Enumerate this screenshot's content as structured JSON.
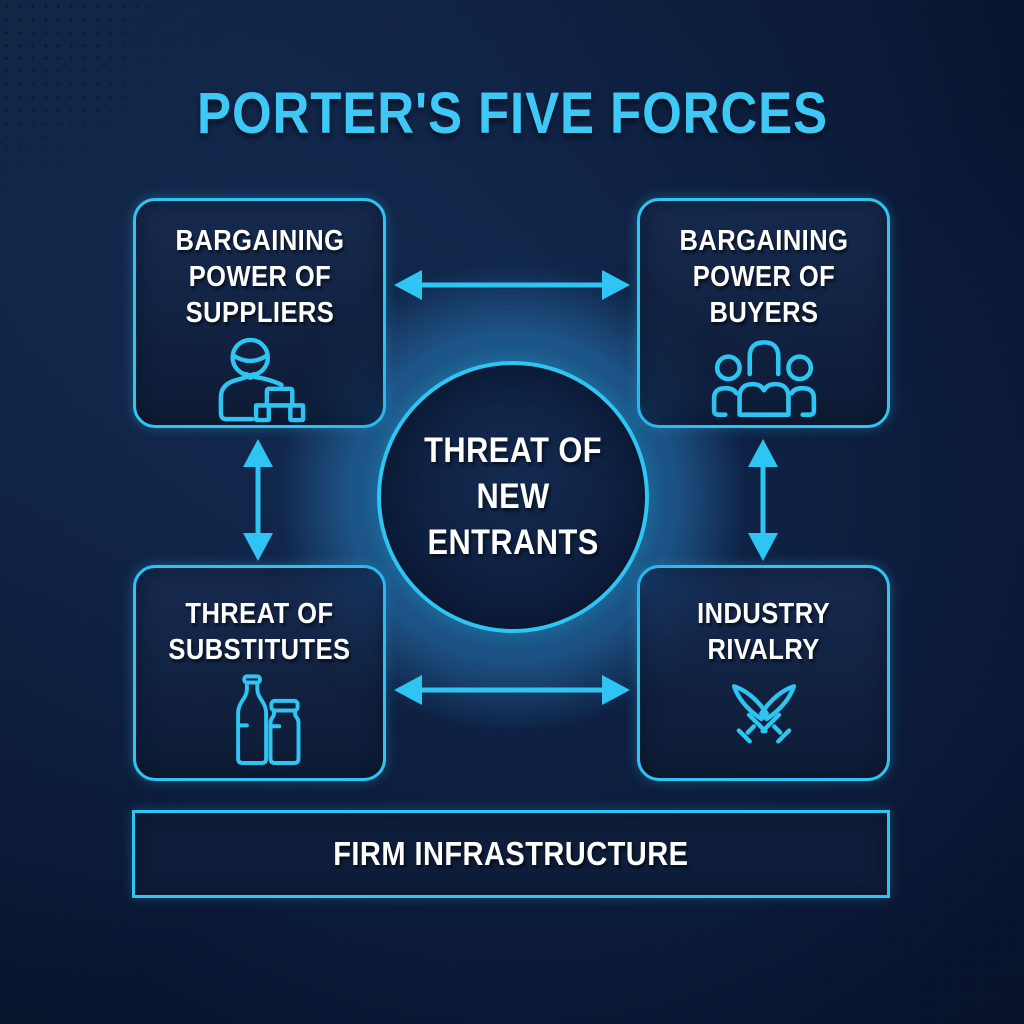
{
  "title": "PORTER'S FIVE FORCES",
  "colors": {
    "accent_cyan": "#2FC5F2",
    "title_cyan": "#3EC8F5",
    "background_navy": "#0C1C3C",
    "panel_navy": "#0F2140",
    "text_white": "#FFFFFF"
  },
  "center_circle": {
    "lines": [
      "THREAT OF",
      "NEW",
      "ENTRANTS"
    ]
  },
  "boxes": [
    {
      "id": "suppliers",
      "lines": [
        "BARGAINING",
        "POWER OF",
        "SUPPLIERS"
      ],
      "icon": "supplier-person-icon"
    },
    {
      "id": "buyers",
      "lines": [
        "BARGAINING",
        "POWER OF",
        "BUYERS"
      ],
      "icon": "buyers-group-icon"
    },
    {
      "id": "substitutes",
      "lines": [
        "THREAT OF",
        "SUBSTITUTES"
      ],
      "icon": "substitute-bottles-icon"
    },
    {
      "id": "rivalry",
      "lines": [
        "INDUSTRY",
        "RIVALRY"
      ],
      "icon": "crossed-swords-icon"
    }
  ],
  "footer": {
    "label": "FIRM INFRASTRUCTURE"
  },
  "arrows": [
    {
      "id": "suppliers-buyers",
      "direction": "horizontal"
    },
    {
      "id": "substitutes-rivalry",
      "direction": "horizontal"
    },
    {
      "id": "suppliers-substitutes",
      "direction": "vertical"
    },
    {
      "id": "buyers-rivalry",
      "direction": "vertical"
    }
  ]
}
